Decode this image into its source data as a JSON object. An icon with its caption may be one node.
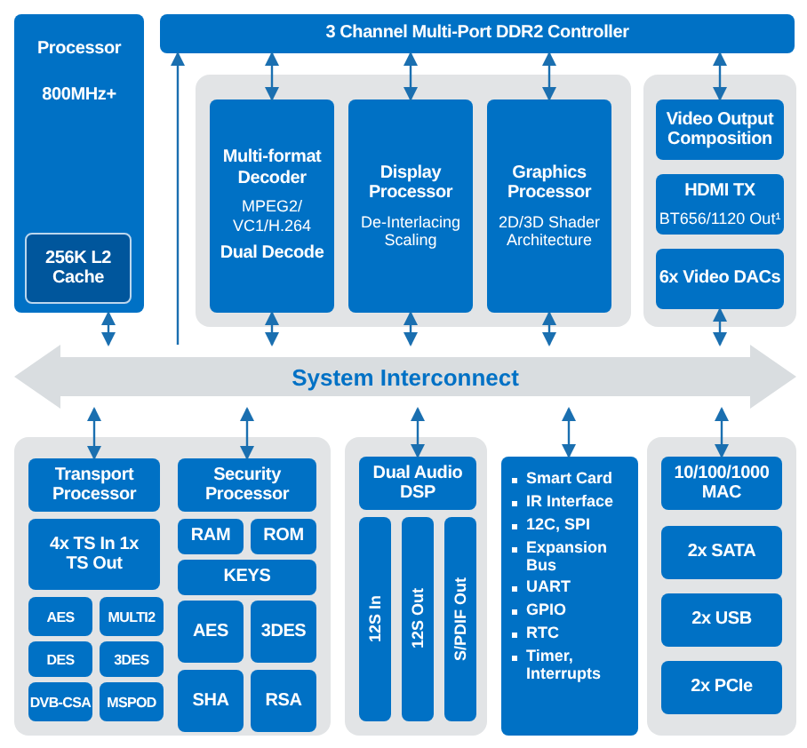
{
  "diagram": {
    "nodes": [
      {
        "text": [
          "Processor",
          "800MHz+"
        ]
      },
      {
        "text": [
          "256K L2 Cache"
        ],
        "in": 0
      },
      {
        "text": [
          "3 Channel Multi-Port DDR2 Controller"
        ]
      },
      {
        "text": [],
        "shape": "box"
      },
      {
        "text": [
          "Multi-format Decoder",
          "MPEG2/ VC1/H.264",
          "Dual Decode"
        ],
        "in": 3
      },
      {
        "text": [
          "Display Processor",
          "De-Interlacing Scaling"
        ],
        "in": 3
      },
      {
        "text": [
          "Graphics Processor",
          "2D/3D Shader Architecture"
        ],
        "in": 3
      },
      {
        "text": [],
        "shape": "box"
      },
      {
        "text": [
          "Video Output Composition"
        ],
        "in": 7
      },
      {
        "text": [
          "HDMI TX",
          "BT656/1120 Out¹"
        ],
        "in": 7
      },
      {
        "text": [
          "6x Video DACs"
        ],
        "in": 7
      },
      {
        "text": [
          "System Interconnect"
        ]
      },
      {
        "text": [],
        "shape": "box"
      },
      {
        "text": [
          "Transport Processor"
        ],
        "in": 12
      },
      {
        "text": [
          "4x TS In 1x TS Out"
        ],
        "in": 12
      },
      {
        "text": [
          "AES"
        ],
        "in": 12
      },
      {
        "text": [
          "MULTI2"
        ],
        "in": 12
      },
      {
        "text": [
          "DES"
        ],
        "in": 12
      },
      {
        "text": [
          "3DES"
        ],
        "in": 12
      },
      {
        "text": [
          "DVB-CSA"
        ],
        "in": 12
      },
      {
        "text": [
          "MSPOD"
        ],
        "in": 12
      },
      {
        "text": [
          "Security Processor"
        ],
        "in": 12
      },
      {
        "text": [
          "RAM"
        ],
        "in": 12
      },
      {
        "text": [
          "ROM"
        ],
        "in": 12
      },
      {
        "text": [
          "KEYS"
        ],
        "in": 12
      },
      {
        "text": [
          "AES"
        ],
        "in": 12
      },
      {
        "text": [
          "3DES"
        ],
        "in": 12
      },
      {
        "text": [
          "SHA"
        ],
        "in": 12
      },
      {
        "text": [
          "RSA"
        ],
        "in": 12
      },
      {
        "text": [],
        "shape": "box"
      },
      {
        "text": [
          "Dual Audio DSP"
        ],
        "in": 29
      },
      {
        "text": [
          "12S In"
        ],
        "in": 29
      },
      {
        "text": [
          "12S Out"
        ],
        "in": 29
      },
      {
        "text": [
          "S/PDIF Out"
        ],
        "in": 29
      },
      {
        "text": [
          "Smart Card",
          "IR Interface",
          "12C, SPI",
          "Expansion Bus",
          "UART",
          "GPIO",
          "RTC",
          "Timer, Interrupts"
        ]
      },
      {
        "text": [],
        "shape": "box"
      },
      {
        "text": [
          "10/100/1000 MAC"
        ],
        "in": 35
      },
      {
        "text": [
          "2x SATA"
        ],
        "in": 35
      },
      {
        "text": [
          "2x USB"
        ],
        "in": 35
      },
      {
        "text": [
          "2x PCIe"
        ],
        "in": 35
      }
    ],
    "edges": [
      {
        "from": 0,
        "to": 11,
        "arrow": "both"
      },
      {
        "from": 11,
        "to": 2,
        "arrow": "to"
      },
      {
        "from": 2,
        "to": 4,
        "arrow": "both"
      },
      {
        "from": 2,
        "to": 5,
        "arrow": "both"
      },
      {
        "from": 2,
        "to": 6,
        "arrow": "both"
      },
      {
        "from": 2,
        "to": 8,
        "arrow": "both"
      },
      {
        "from": 4,
        "to": 11,
        "arrow": "both"
      },
      {
        "from": 5,
        "to": 11,
        "arrow": "both"
      },
      {
        "from": 6,
        "to": 11,
        "arrow": "both"
      },
      {
        "from": 10,
        "to": 11,
        "arrow": "both"
      },
      {
        "from": 11,
        "to": 13,
        "arrow": "both"
      },
      {
        "from": 11,
        "to": 21,
        "arrow": "both"
      },
      {
        "from": 11,
        "to": 30,
        "arrow": "both"
      },
      {
        "from": 11,
        "to": 34,
        "arrow": "both"
      },
      {
        "from": 11,
        "to": 36,
        "arrow": "both"
      }
    ]
  }
}
